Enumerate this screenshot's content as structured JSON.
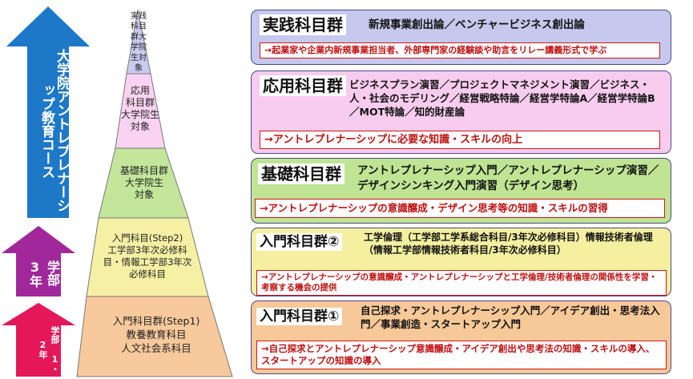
{
  "left_arrows": {
    "grad": "大学院アントレプレナーシップ教育コース",
    "undergrad3_year": "3年",
    "undergrad3_dept": "学部",
    "undergrad12_dept": "学部",
    "undergrad12_year": "1・2年"
  },
  "pyramid": {
    "level1": "実践科目群大学院生対象",
    "level2_lines": [
      "応用",
      "科目群",
      "大学院生",
      "対象"
    ],
    "level3_lines": [
      "基礎科目群",
      "大学院生",
      "対象"
    ],
    "level4_lines": [
      "入門科目(Step2)",
      "工学部3年次必修科",
      "目・情報工学部3年次",
      "必修科目"
    ],
    "level5_lines": [
      "入門科目群(Step1)",
      "教養教育科目",
      "人文社会系科目"
    ]
  },
  "boxes": [
    {
      "title": "実践科目群",
      "subjects": "新規事業創出論／ベンチャービジネス創出論",
      "note": "→起業家や企業内新規事業担当者、外部専門家の経験談や助言をリレー講義形式で学ぶ",
      "bg": "#c6c8ee"
    },
    {
      "title": "応用科目群",
      "subjects": "ビジネスプラン演習／プロジェクトマネジメント演習／ビジネス・人・社会のモデリング／経営戦略特論／経営学特論A／経営学特論B／MOT特論／知的財産論",
      "note": "→アントレプレナーシップに必要な知識・スキルの向上",
      "bg": "#f8ccee"
    },
    {
      "title": "基礎科目群",
      "subjects": "アントレプレナーシップ入門／アントレプレナーシップ演習／デザインシンキング入門演習（デザイン思考）",
      "note": "→アントレプレナーシップの意識醸成・デザイン思考等の知識・スキルの習得",
      "bg": "#bfe493"
    },
    {
      "title": "入門科目群②",
      "subjects": "工学倫理（工学部工学系総合科目/3年次必修科目）情報技術者倫理（情報工学部情報技術者科目/3年次必修科目）",
      "note": "→アントレプレナーシップの意識醸成・アントレプレナーシップと工学倫理/技術者倫理の関係性を学習・考察する機会の提供",
      "bg": "#f4f0a0"
    },
    {
      "title": "入門科目群①",
      "subjects": "自己探求・アントレプレナーシップ入門／アイデア創出・思考法入門／事業創造・スタートアップ入門",
      "note": "→自己探求とアントレプレナーシップ意識醸成・アイデア創出や思考法の知識・スキルの導入、スタートアップの知識の導入",
      "bg": "#f7c898"
    }
  ],
  "colors": {
    "grad_arrow": "#1e78c8",
    "undergrad3_arrow": "#a0289a",
    "undergrad12_arrow": "#e3175a",
    "box_border": "#4a4a8a",
    "note_red": "#d01818"
  }
}
